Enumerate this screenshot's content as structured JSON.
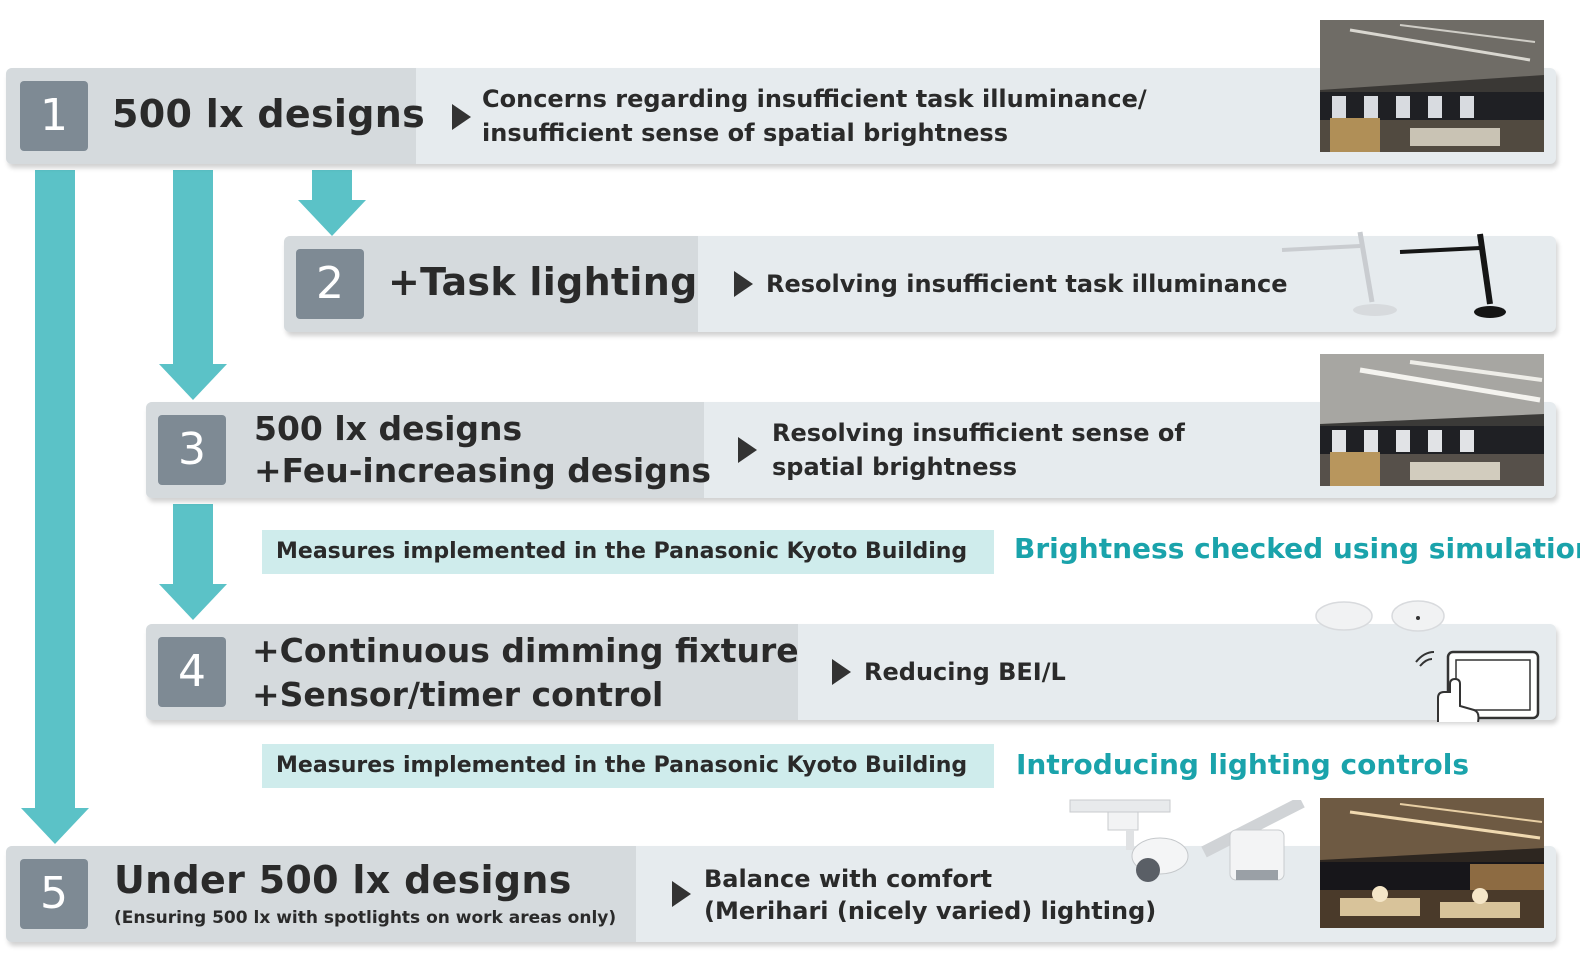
{
  "steps": [
    {
      "number": "1",
      "title": "500 lx designs",
      "desc_line1": "Concerns regarding insufficient task illuminance/",
      "desc_line2": "insufficient sense of spatial brightness"
    },
    {
      "number": "2",
      "title": "+Task lighting",
      "desc_line1": "Resolving insufficient task illuminance"
    },
    {
      "number": "3",
      "title_line1": "500 lx designs",
      "title_line2": "+Feu-increasing designs",
      "desc_line1": "Resolving insufficient sense of",
      "desc_line2": "spatial brightness"
    },
    {
      "number": "4",
      "title_line1": "+Continuous dimming fixture",
      "title_line2": "+Sensor/timer control",
      "desc_line1": "Reducing BEI/L"
    },
    {
      "number": "5",
      "title": "Under 500 lx designs",
      "subtitle": "(Ensuring 500 lx with spotlights on work areas only)",
      "desc_line1": "Balance with comfort",
      "desc_line2": "(Merihari (nicely varied) lighting)"
    }
  ],
  "measures": [
    {
      "label": "Measures implemented in the Panasonic Kyoto Building",
      "note": "Brightness checked using simulations"
    },
    {
      "label": "Measures implemented in the Panasonic Kyoto Building",
      "note": "Introducing lighting controls"
    }
  ],
  "colors": {
    "arrow": "#5bc2c7",
    "number_box": "#7e8a94",
    "measure_bg": "#cfecec",
    "note_text": "#1aa3ab"
  },
  "icons": [
    "office-photo",
    "desk-lamp-white",
    "desk-lamp-black",
    "ceiling-sensor",
    "touch-panel",
    "spotlight",
    "downlight"
  ]
}
